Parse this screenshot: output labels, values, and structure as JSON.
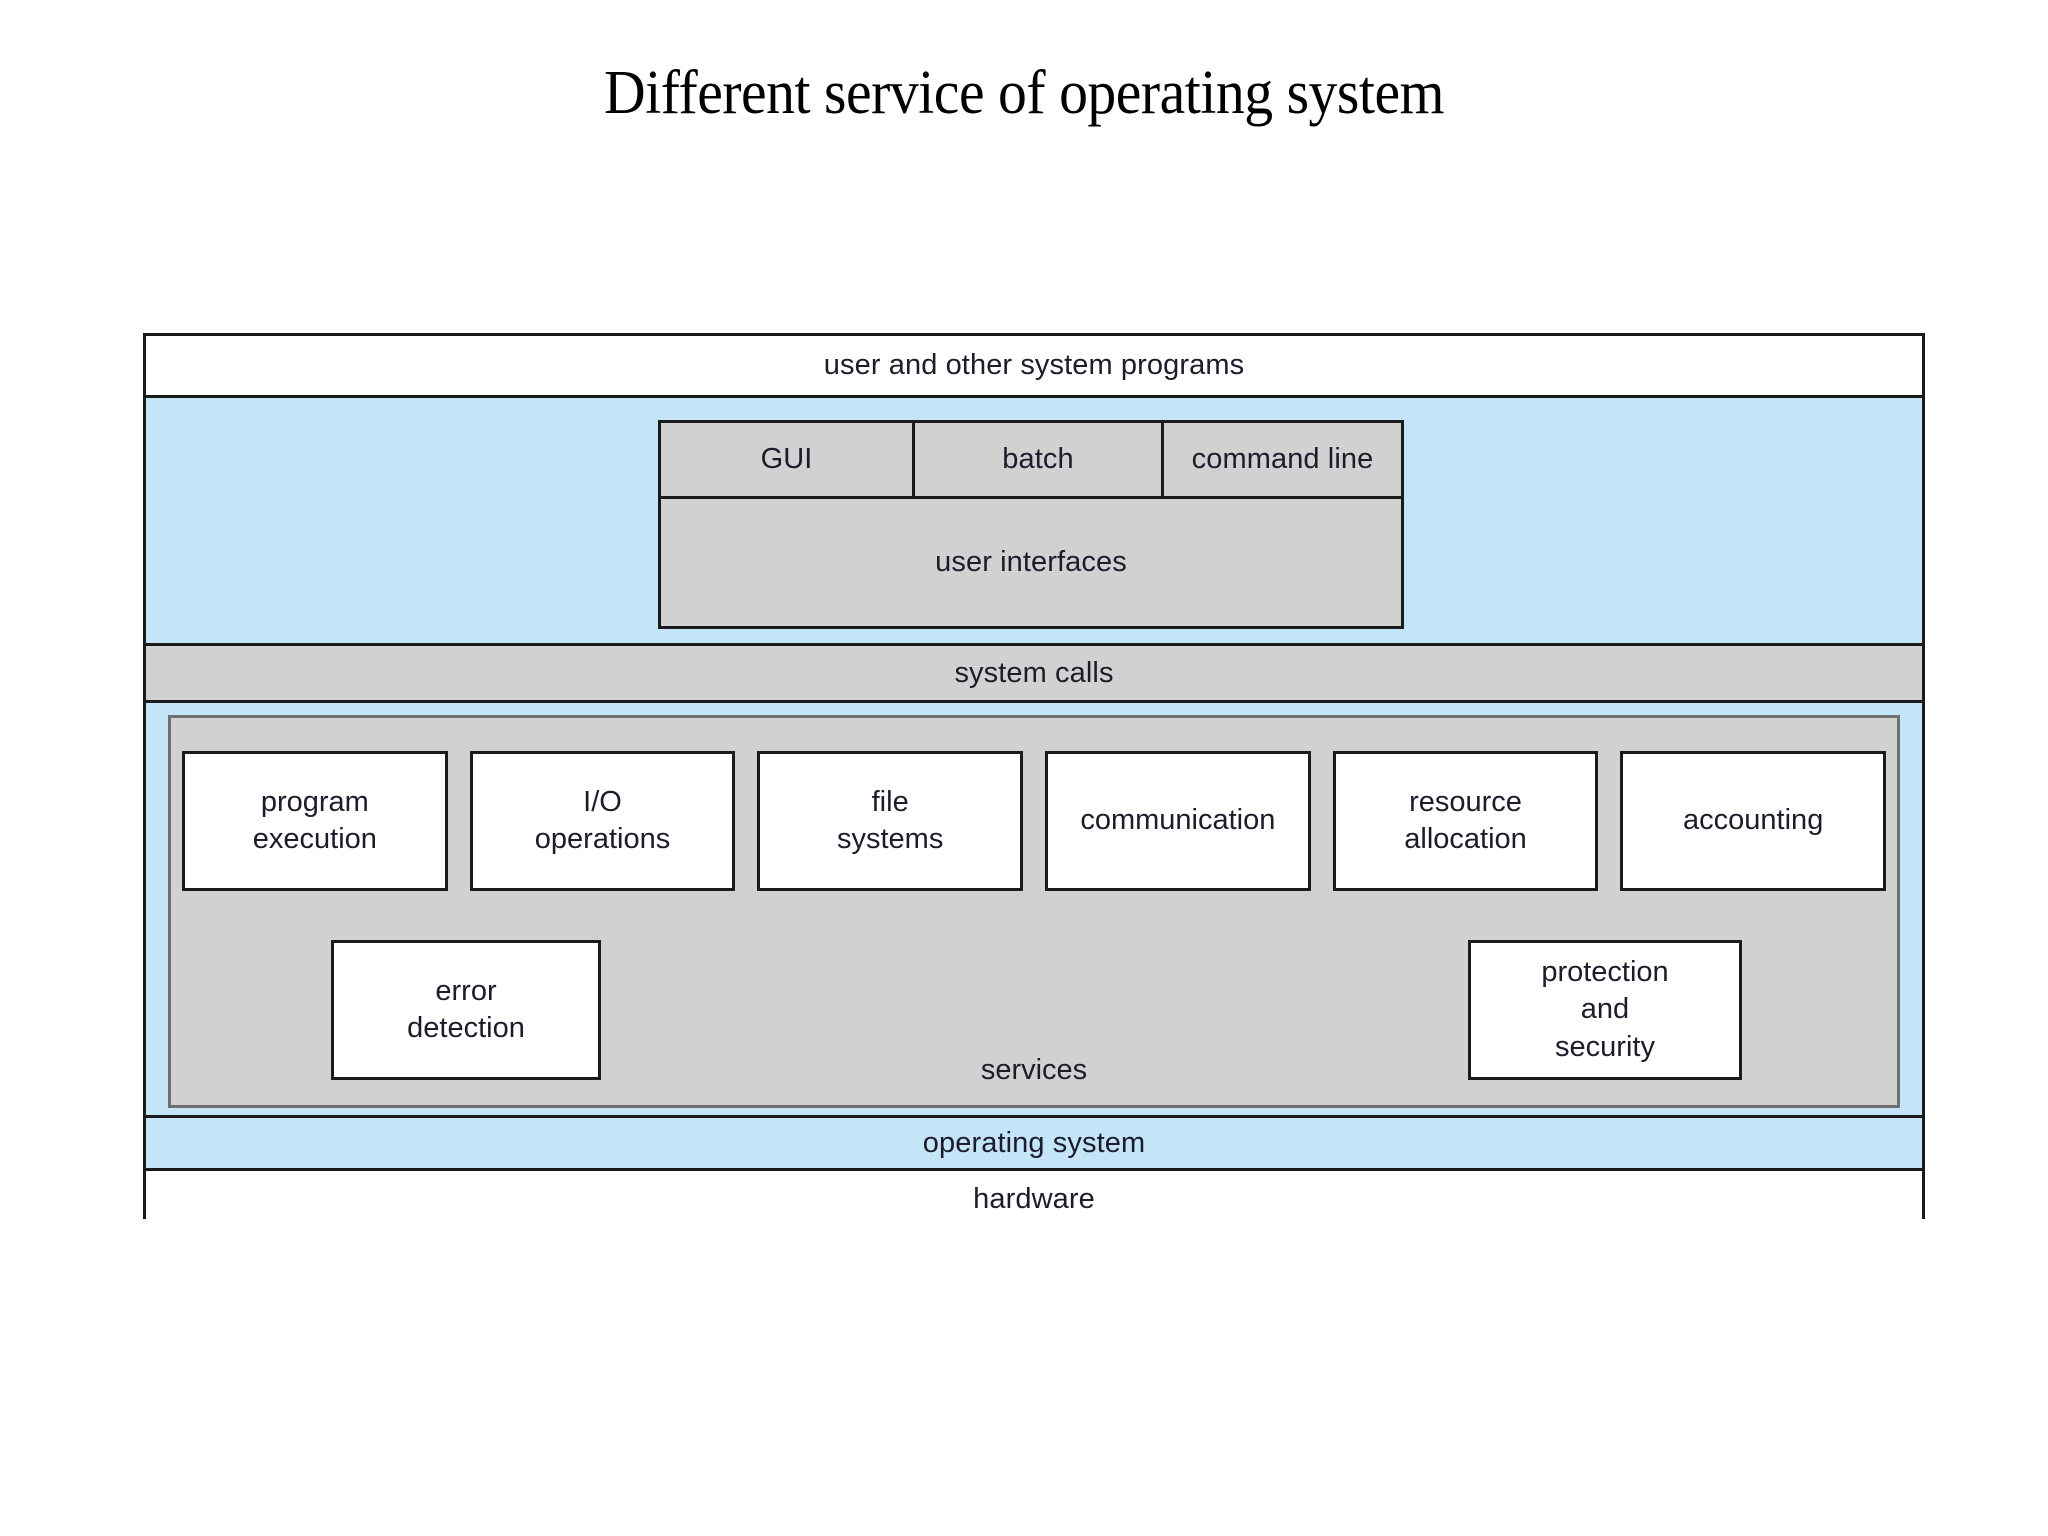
{
  "slide": {
    "title": "Different service of operating system"
  },
  "diagram": {
    "name": "operating-system-services-layered-diagram",
    "layers": {
      "user_programs": "user and other system programs",
      "system_calls": "system calls",
      "operating_system": "operating system",
      "hardware": "hardware"
    },
    "user_interfaces": {
      "label": "user interfaces",
      "modes": [
        {
          "label": "GUI"
        },
        {
          "label": "batch"
        },
        {
          "label": "command line"
        }
      ]
    },
    "services": {
      "label": "services",
      "row1": [
        {
          "label": "program\nexecution"
        },
        {
          "label": "I/O\noperations"
        },
        {
          "label": "file\nsystems"
        },
        {
          "label": "communication"
        },
        {
          "label": "resource\nallocation"
        },
        {
          "label": "accounting"
        }
      ],
      "error_detection": "error\ndetection",
      "protection_and_security": "protection\nand\nsecurity"
    }
  },
  "colors": {
    "blue_band": "#c4e5f8",
    "grey_box": "#d1d1d1",
    "white_box": "#ffffff",
    "border": "#1b1b1b",
    "text": "#1c1c2b"
  }
}
